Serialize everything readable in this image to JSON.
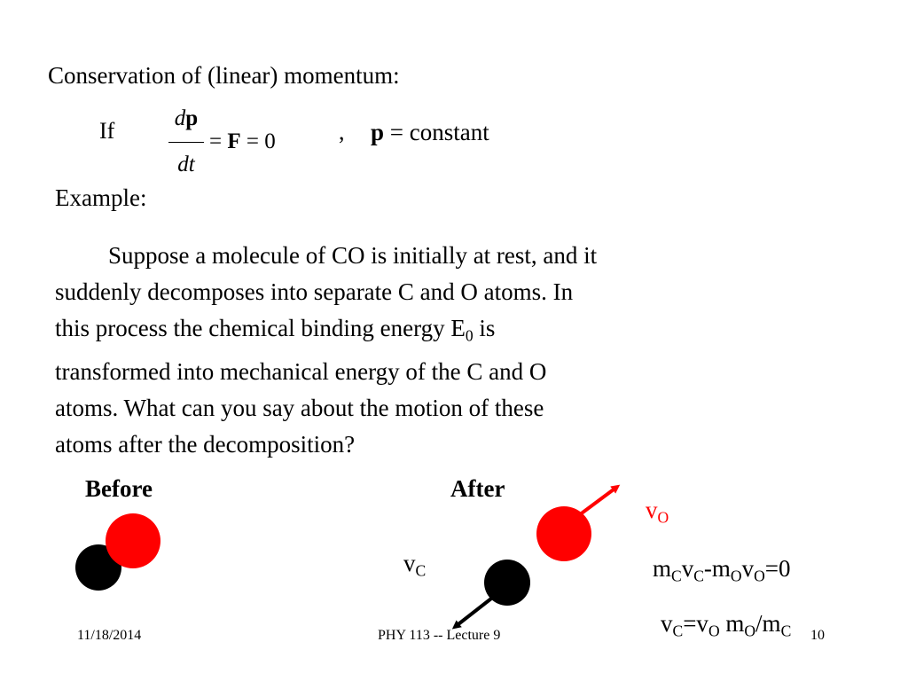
{
  "slide": {
    "heading": "Conservation of  (linear) momentum:",
    "equation": {
      "if_label": "If",
      "numerator_d": "d",
      "numerator_p": "p",
      "denominator": "dt",
      "equals_1": "= ",
      "force": "F",
      "equals_zero": " = 0",
      "comma": ",",
      "p_symbol": "p",
      "equals_constant": " = constant"
    },
    "example_label": "Example:",
    "paragraph": {
      "line1": "Suppose a molecule of CO is initially at rest, and it",
      "line2": "suddenly decomposes into  separate C and O atoms.  In",
      "line3_pre": "this process the chemical binding energy E",
      "line3_sub": "0",
      "line3_post": " is",
      "line4": "transformed into mechanical energy of the C and O",
      "line5": "atoms.   What can you say about the motion of these",
      "line6": "atoms after the decomposition?"
    },
    "diagram": {
      "before_label": "Before",
      "after_label": "After",
      "vo": {
        "v": "v",
        "sub": "O"
      },
      "vc": {
        "v": "v",
        "sub": "C"
      },
      "colors": {
        "oxygen": "#ff0000",
        "carbon": "#000000"
      }
    },
    "equations": {
      "eq1": {
        "m1": "m",
        "s1": "C",
        "v1": "v",
        "s2": "C",
        "minus_m": "-m",
        "s3": "O",
        "v2": "v",
        "s4": "O",
        "rest": "=0"
      },
      "eq2": {
        "v1": "v",
        "s1": "C",
        "eq_v": "=v",
        "s2": "O",
        "m1": " m",
        "s3": "O",
        "div_m": "/m",
        "s4": "C"
      }
    },
    "footer": {
      "date": "11/18/2014",
      "title": "PHY 113 -- Lecture 9",
      "page": "10"
    }
  }
}
